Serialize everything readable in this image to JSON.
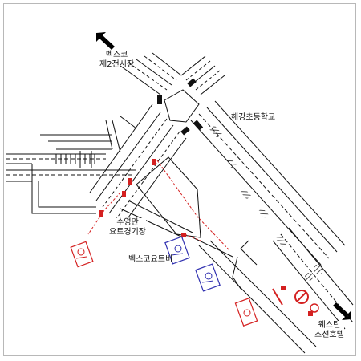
{
  "map": {
    "labels": {
      "bexco_hall2": [
        "벡스코",
        "제2전시장"
      ],
      "school": "해강초등학교",
      "yacht_stadium": [
        "수영만",
        "요트경기장"
      ],
      "yacht_monument": "벡스코요트비",
      "westin_hotel": [
        "웨스틴",
        "조선호텔"
      ]
    },
    "icons": {
      "arrow_nw": "direction-arrow-northwest",
      "arrow_se": "direction-arrow-southeast",
      "no_entry": "no-entry-sign"
    },
    "colors": {
      "road_line": "#111111",
      "camera_red": "#d42020",
      "sign_blue": "#3030b0",
      "hatch": "#222222"
    }
  }
}
